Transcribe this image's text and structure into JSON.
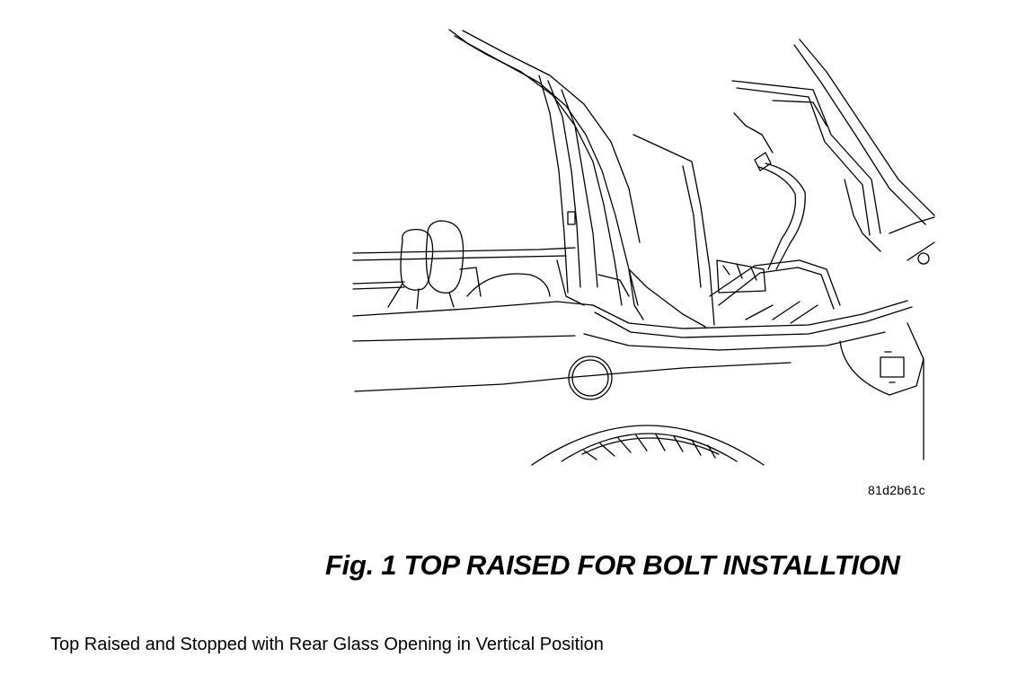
{
  "figure": {
    "id_code": "81d2b61c",
    "caption": "Fig. 1 TOP RAISED FOR BOLT INSTALLTION"
  },
  "body": {
    "text": "Top Raised and Stopped with Rear Glass Opening in Vertical Position"
  }
}
